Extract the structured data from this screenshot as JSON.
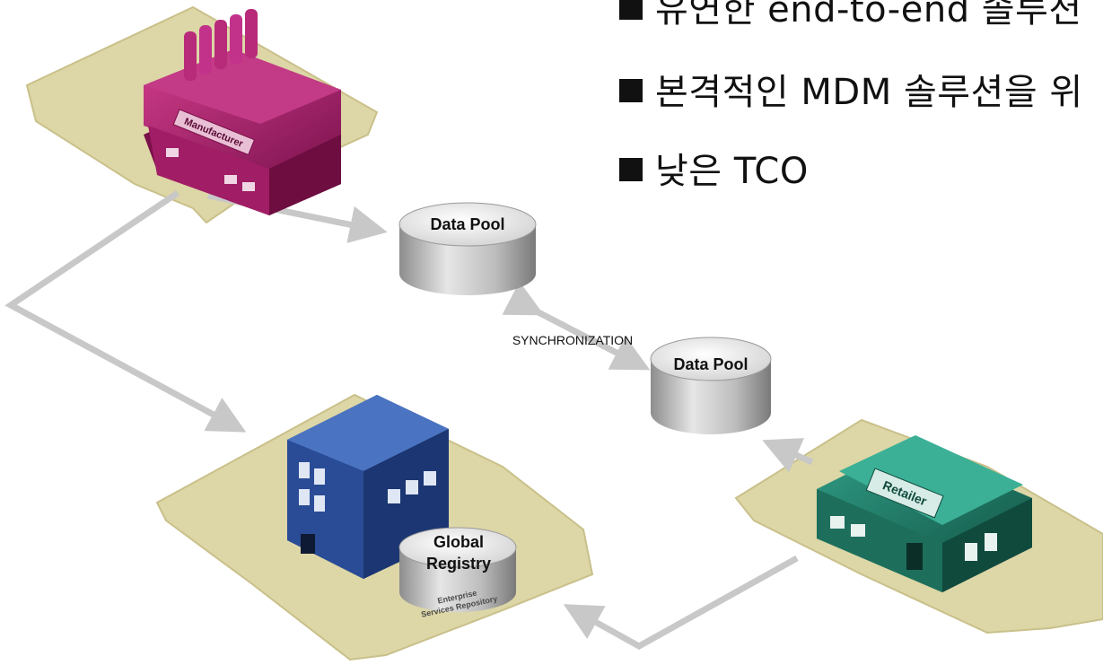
{
  "bullets": [
    "유연한 end-to-end 솔루션",
    "본격적인 MDM 솔루션을 위",
    "낮은 TCO"
  ],
  "diagram": {
    "manufacturer_sign": "Manufacturer",
    "retailer_sign": "Retailer",
    "data_pool_1": "Data Pool",
    "data_pool_2": "Data Pool",
    "sync_label": "SYNCHRONIZATION",
    "registry_line1": "Global",
    "registry_line2": "Registry",
    "registry_sub1": "Enterprise",
    "registry_sub2": "Services Repository"
  },
  "colors": {
    "ground": "#ddd6a6",
    "manufacturer": "#b0246f",
    "registry_building": "#2c4f98",
    "retailer": "#1f7a66",
    "cylinder": "#b9b9b9",
    "arrow": "#c8c8c8"
  }
}
